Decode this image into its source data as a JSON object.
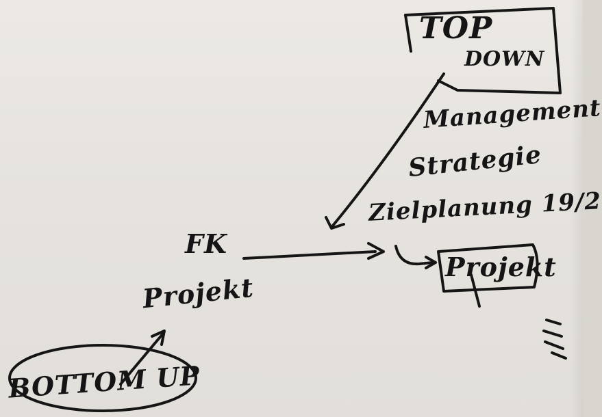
{
  "notes": {
    "top_down": [
      "TOP",
      "DOWN"
    ],
    "management": "Management",
    "strategie": "Strategie",
    "zielplanung": "Zielplanung 19/2",
    "fk": "FK",
    "projekt_right": "Projekt",
    "projekt_left": "Projekt",
    "bottom_up": "BOTTOM UP"
  },
  "colors": {
    "paper": "#e9e6e1",
    "ink": "#151515"
  }
}
